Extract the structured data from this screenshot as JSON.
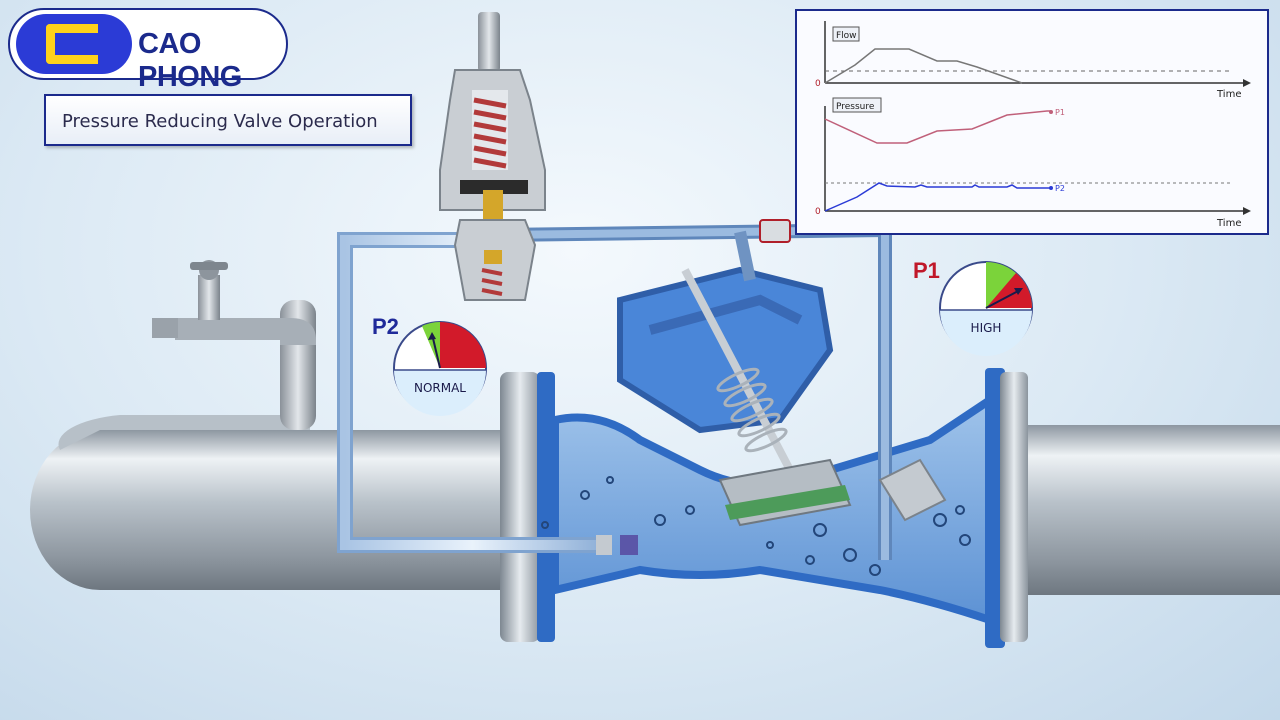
{
  "brand": {
    "name": "CAO PHONG"
  },
  "title": "Pressure Reducing Valve Operation",
  "graphs": {
    "flow": {
      "label": "Flow",
      "x_axis": "Time",
      "origin": "0"
    },
    "pressure": {
      "label": "Pressure",
      "x_axis": "Time",
      "origin": "0",
      "series": [
        {
          "name": "P1",
          "color": "#c0607a"
        },
        {
          "name": "P2",
          "color": "#2b3bd6"
        }
      ]
    }
  },
  "gauges": {
    "p2": {
      "label": "P2",
      "status": "NORMAL"
    },
    "p1": {
      "label": "P1",
      "status": "HIGH"
    }
  },
  "colors": {
    "brand_blue": "#2b3bd6",
    "brand_yellow": "#ffd21a",
    "valve_blue": "#4a86d8",
    "gauge_green": "#7bd33a",
    "gauge_red": "#d21a2a"
  }
}
